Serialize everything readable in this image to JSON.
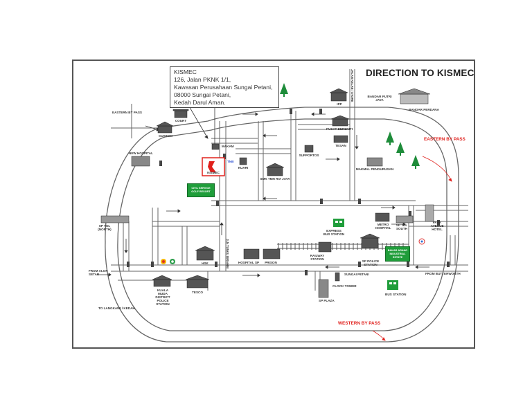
{
  "title": "DIRECTION TO KISMEC",
  "address": {
    "line1": "KISMEC",
    "line2": "126, Jalan PKNK 1/1,",
    "line3": "Kawasan Perusahaan Sungai Petani,",
    "line4": "08000 Sungai Petani,",
    "line5": "Kedah Darul Aman."
  },
  "labels": {
    "eastern_by_pass_left": "EASTERN BY PASS",
    "eastern_by_pass_right": "EASTERN BY PASS",
    "western_by_pass": "WESTERN BY PASS",
    "court": "COURT",
    "custom": "CUSTOM",
    "new_hospital": "NEW HOSPITAL",
    "makam": "MAKAM",
    "kismec": "KISMEC",
    "tnb": "TNB",
    "kuari": "KUARI",
    "sm_taman_ria_jaya": "SMK TMN RIA JAYA",
    "pusat_bereniti": "PUSAT BERENITI",
    "ipp": "IPP",
    "bandar_putri_jaya": "BANDAR PUTRI JAYA",
    "bandar_perdana": "BANDAR PERDANA",
    "tesan": "TESAN",
    "supportos": "SUPPORTOS",
    "makmal_pengurusan": "MAKMAL PENGURUSAN",
    "sp_toll_north": "SP TOL (NORTH)",
    "sp_toll_south": "SP TOL SOUTH",
    "express_bus_station": "EXPRESS BUS STATION",
    "metro_hospital": "METRO HOSPITAL",
    "park_avenue_hotel": "PARK AVENUE HOTEL",
    "hospital_sp": "HOSPITAL SP",
    "prison": "PRISON",
    "railway_station": "RAILWAY STATION",
    "sp_police_station": "SP POLICE STATION",
    "from_butterworth": "FROM BUTTERWORTH",
    "from_alor_setar": "FROM ALOR SETAR",
    "hsk": "HSK",
    "kuala_muda_police": "KUALA MUDA DISTRICT POLICE STATION",
    "tesco": "TESCO",
    "sungai_petani": "SUNGAI PETANI",
    "clock_tower": "CLOCK TOWER",
    "sp_plaza": "SP PLAZA",
    "bus_station": "BUS STATION",
    "to_langkawi": "TO LANGKAWI / KEDAH",
    "road_kelab": "JALAN KELAB / STORE",
    "road_jln_tunku": "JLN TUNKU IBRAHIM",
    "green_mid": "CIVIL SERVICE GOLF RESORT",
    "green_right": "BAKAR ARANG INDUSTRIAL ESTATE"
  },
  "colors": {
    "road": "#666666",
    "accent_red": "#e0201c",
    "tree": "#1e8c3a",
    "sign_green": "#1f9d3a"
  }
}
